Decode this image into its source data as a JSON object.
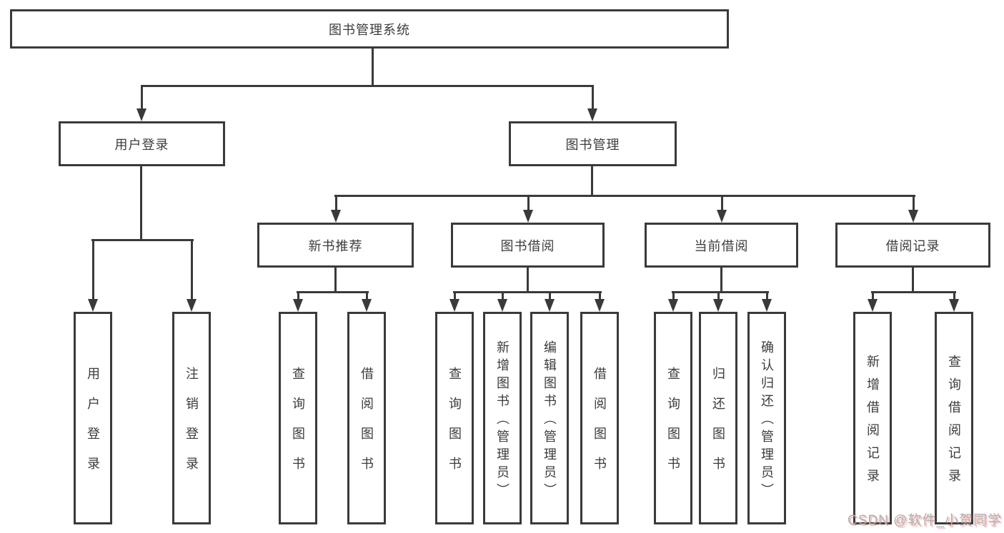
{
  "diagram": {
    "root": "图书管理系统",
    "level2": [
      "用户登录",
      "图书管理"
    ],
    "level3": [
      "新书推荐",
      "图书借阅",
      "当前借阅",
      "借阅记录"
    ],
    "leaves": {
      "login": [
        "用户登录",
        "注销登录"
      ],
      "recommend": [
        "查询图书",
        "借阅图书"
      ],
      "borrow": [
        "查询图书",
        "新增图书（管理员）",
        "编辑图书（管理员）",
        "借阅图书"
      ],
      "current": [
        "查询图书",
        "归还图书",
        "确认归还（管理员）"
      ],
      "records": [
        "新增借阅记录",
        "查询借阅记录"
      ]
    }
  },
  "watermark": "CSDN @软件_小贺同学",
  "colors": {
    "line": "#3a3a3a",
    "text": "#3c3c3c",
    "background": "#ffffff",
    "watermark": "#b0b0b0",
    "watermark_shadow": "#e95454"
  }
}
